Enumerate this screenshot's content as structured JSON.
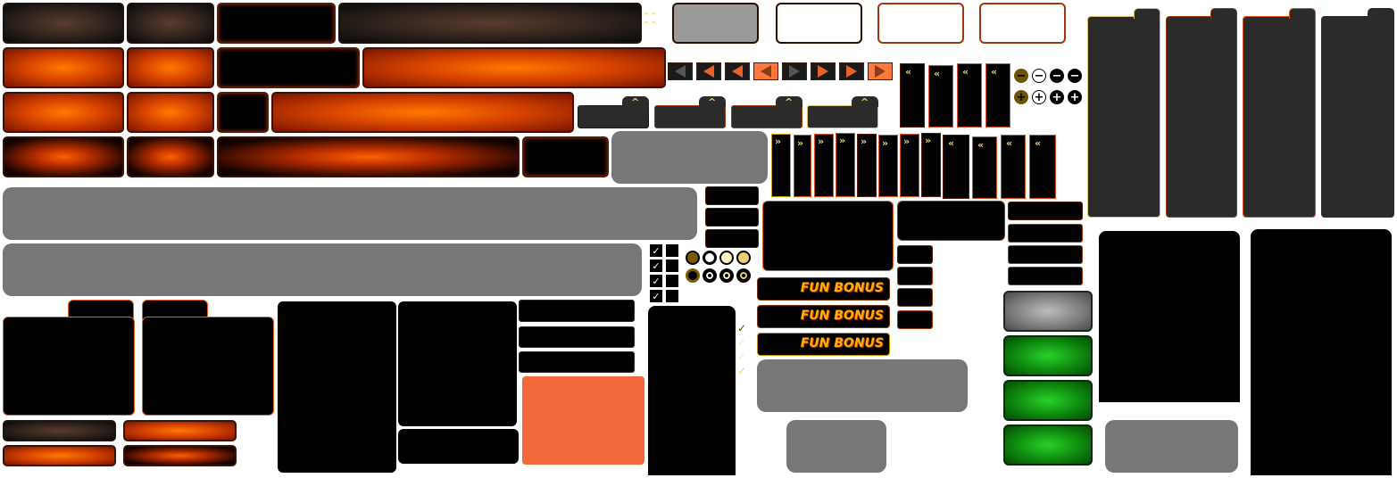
{
  "sheet": {
    "bonus_labels": [
      "FUN BONUS",
      "FUN BONUS",
      "FUN BONUS"
    ],
    "chevron_left": "«",
    "chevron_right": "»",
    "chevron_up": "^",
    "check_mark": "✓",
    "minus_glyph": "−",
    "plus_glyph": "+"
  },
  "colors": {
    "accent_orange": "#e8622c",
    "panel_grey": "#777777",
    "panel_dark": "#2b2b2b",
    "gold": "#f0d070",
    "green": "#0e8a0e",
    "salmon": "#f26a3c"
  }
}
